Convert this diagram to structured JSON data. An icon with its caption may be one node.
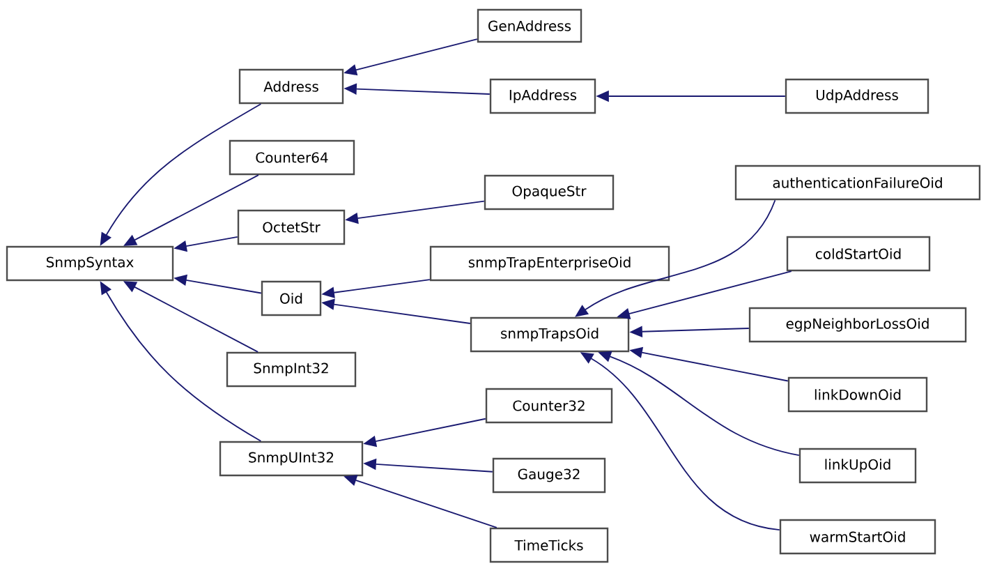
{
  "diagram": {
    "nodes": [
      {
        "text": [
          "SnmpSyntax"
        ]
      },
      {
        "text": [
          "Address"
        ]
      },
      {
        "text": [
          "Counter64"
        ]
      },
      {
        "text": [
          "OctetStr"
        ]
      },
      {
        "text": [
          "Oid"
        ]
      },
      {
        "text": [
          "SnmpInt32"
        ]
      },
      {
        "text": [
          "SnmpUInt32"
        ]
      },
      {
        "text": [
          "GenAddress"
        ]
      },
      {
        "text": [
          "IpAddress"
        ]
      },
      {
        "text": [
          "OpaqueStr"
        ]
      },
      {
        "text": [
          "snmpTrapEnterpriseOid"
        ]
      },
      {
        "text": [
          "snmpTrapsOid"
        ]
      },
      {
        "text": [
          "Counter32"
        ]
      },
      {
        "text": [
          "Gauge32"
        ]
      },
      {
        "text": [
          "TimeTicks"
        ]
      },
      {
        "text": [
          "UdpAddress"
        ]
      },
      {
        "text": [
          "authenticationFailureOid"
        ]
      },
      {
        "text": [
          "coldStartOid"
        ]
      },
      {
        "text": [
          "egpNeighborLossOid"
        ]
      },
      {
        "text": [
          "linkDownOid"
        ]
      },
      {
        "text": [
          "linkUpOid"
        ]
      },
      {
        "text": [
          "warmStartOid"
        ]
      }
    ],
    "edges": [
      {
        "from": 1,
        "to": 0,
        "arrow": "to"
      },
      {
        "from": 2,
        "to": 0,
        "arrow": "to"
      },
      {
        "from": 3,
        "to": 0,
        "arrow": "to"
      },
      {
        "from": 4,
        "to": 0,
        "arrow": "to"
      },
      {
        "from": 5,
        "to": 0,
        "arrow": "to"
      },
      {
        "from": 6,
        "to": 0,
        "arrow": "to"
      },
      {
        "from": 7,
        "to": 1,
        "arrow": "to"
      },
      {
        "from": 8,
        "to": 1,
        "arrow": "to"
      },
      {
        "from": 9,
        "to": 3,
        "arrow": "to"
      },
      {
        "from": 10,
        "to": 4,
        "arrow": "to"
      },
      {
        "from": 11,
        "to": 4,
        "arrow": "to"
      },
      {
        "from": 12,
        "to": 6,
        "arrow": "to"
      },
      {
        "from": 13,
        "to": 6,
        "arrow": "to"
      },
      {
        "from": 14,
        "to": 6,
        "arrow": "to"
      },
      {
        "from": 15,
        "to": 8,
        "arrow": "to"
      },
      {
        "from": 16,
        "to": 11,
        "arrow": "to"
      },
      {
        "from": 17,
        "to": 11,
        "arrow": "to"
      },
      {
        "from": 18,
        "to": 11,
        "arrow": "to"
      },
      {
        "from": 19,
        "to": 11,
        "arrow": "to"
      },
      {
        "from": 20,
        "to": 11,
        "arrow": "to"
      },
      {
        "from": 21,
        "to": 11,
        "arrow": "to"
      }
    ]
  }
}
